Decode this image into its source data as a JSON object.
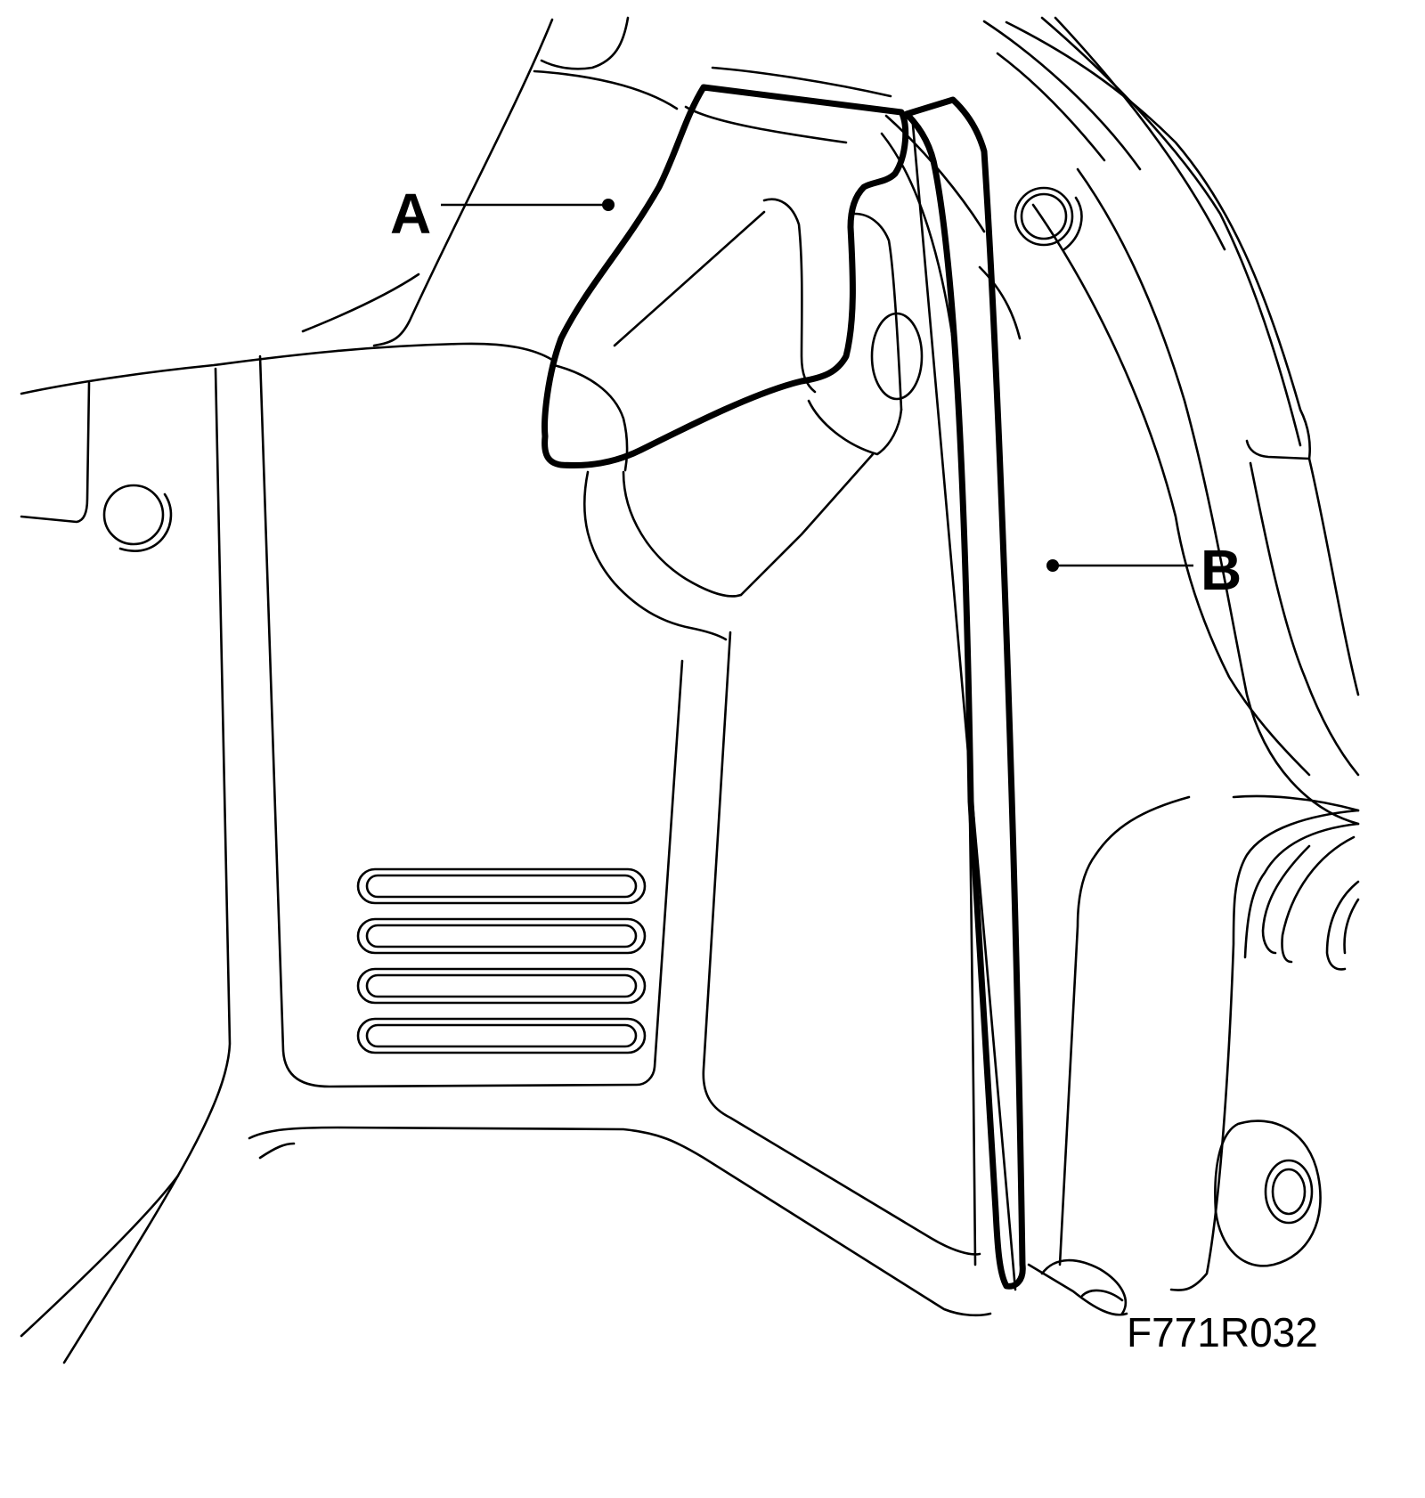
{
  "diagram": {
    "callouts": [
      {
        "id": "A",
        "label": "A"
      },
      {
        "id": "B",
        "label": "B"
      }
    ],
    "figure_code": "F771R032"
  }
}
